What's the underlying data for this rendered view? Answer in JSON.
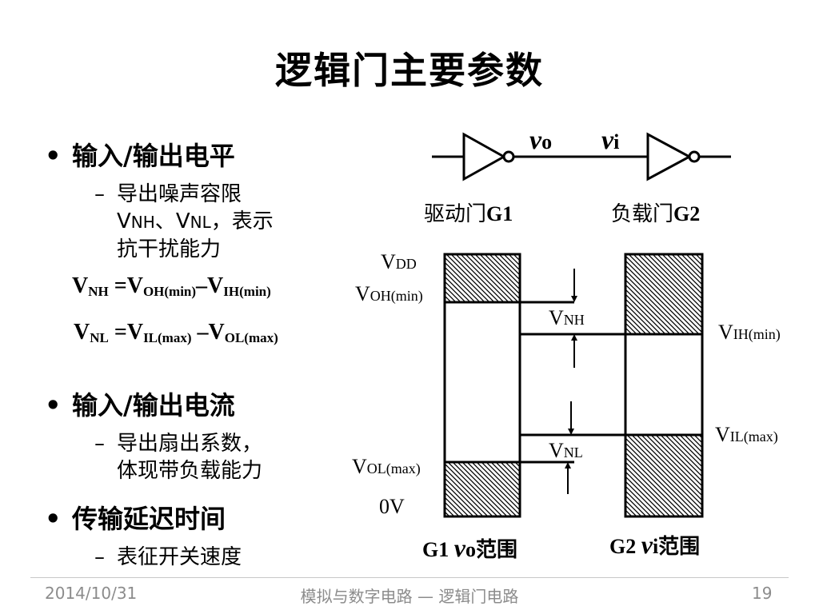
{
  "title": "逻辑门主要参数",
  "bullets": [
    {
      "label": "输入/输出电平"
    },
    {
      "label": "输入/输出电流"
    },
    {
      "label": "传输延迟时间"
    }
  ],
  "sub_items": {
    "noise_1": "导出噪声容限",
    "noise_2_v1": "V",
    "noise_2_s1": "NH",
    "noise_2_sep": "、",
    "noise_2_v2": "V",
    "noise_2_s2": "NL",
    "noise_2_tail": "，表示",
    "noise_3": "抗干扰能力",
    "fanout_1": "导出扇出系数，",
    "fanout_2": "体现带负载能力",
    "speed": "表征开关速度"
  },
  "bullet_symbol": "•",
  "dash_symbol": "–",
  "formulas": {
    "f1": {
      "v1": "V",
      "s1": "NH",
      "eq": " =",
      "v2": "V",
      "s2": "OH(min)",
      "op": "–",
      "v3": "V",
      "s3": "IH(min)"
    },
    "f2": {
      "v1": "V",
      "s1": "NL",
      "eq": " =",
      "v2": "V",
      "s2": "IL(max)",
      "op": " –",
      "v3": "V",
      "s3": "OL(max)"
    }
  },
  "diagram": {
    "vo_italic": "v",
    "vo_sub": "o",
    "vi_italic": "v",
    "vi_sub": "i",
    "driver_label_cn": "驱动门",
    "driver_label_en": "G1",
    "load_label_cn": "负载门",
    "load_label_en": "G2",
    "vdd_v": "V",
    "vdd_s": "DD",
    "voh_v": "V",
    "voh_s": "OH(min)",
    "vol_v": "V",
    "vol_s": "OL(max)",
    "zero": "0V",
    "vnh_v": "V",
    "vnh_s": "NH",
    "vnl_v": "V",
    "vnl_s": "NL",
    "vih_v": "V",
    "vih_s": "IH(min)",
    "vil_v": "V",
    "vil_s": "IL(max)",
    "g1_range_a": "G1 ",
    "g1_range_v": "v",
    "g1_range_b": "o",
    "g1_range_c": "范围",
    "g2_range_a": "G2 ",
    "g2_range_v": "v",
    "g2_range_b": "i",
    "g2_range_c": "范围"
  },
  "footer": {
    "date": "2014/10/31",
    "center": "模拟与数字电路 — 逻辑门电路",
    "page": "19"
  }
}
